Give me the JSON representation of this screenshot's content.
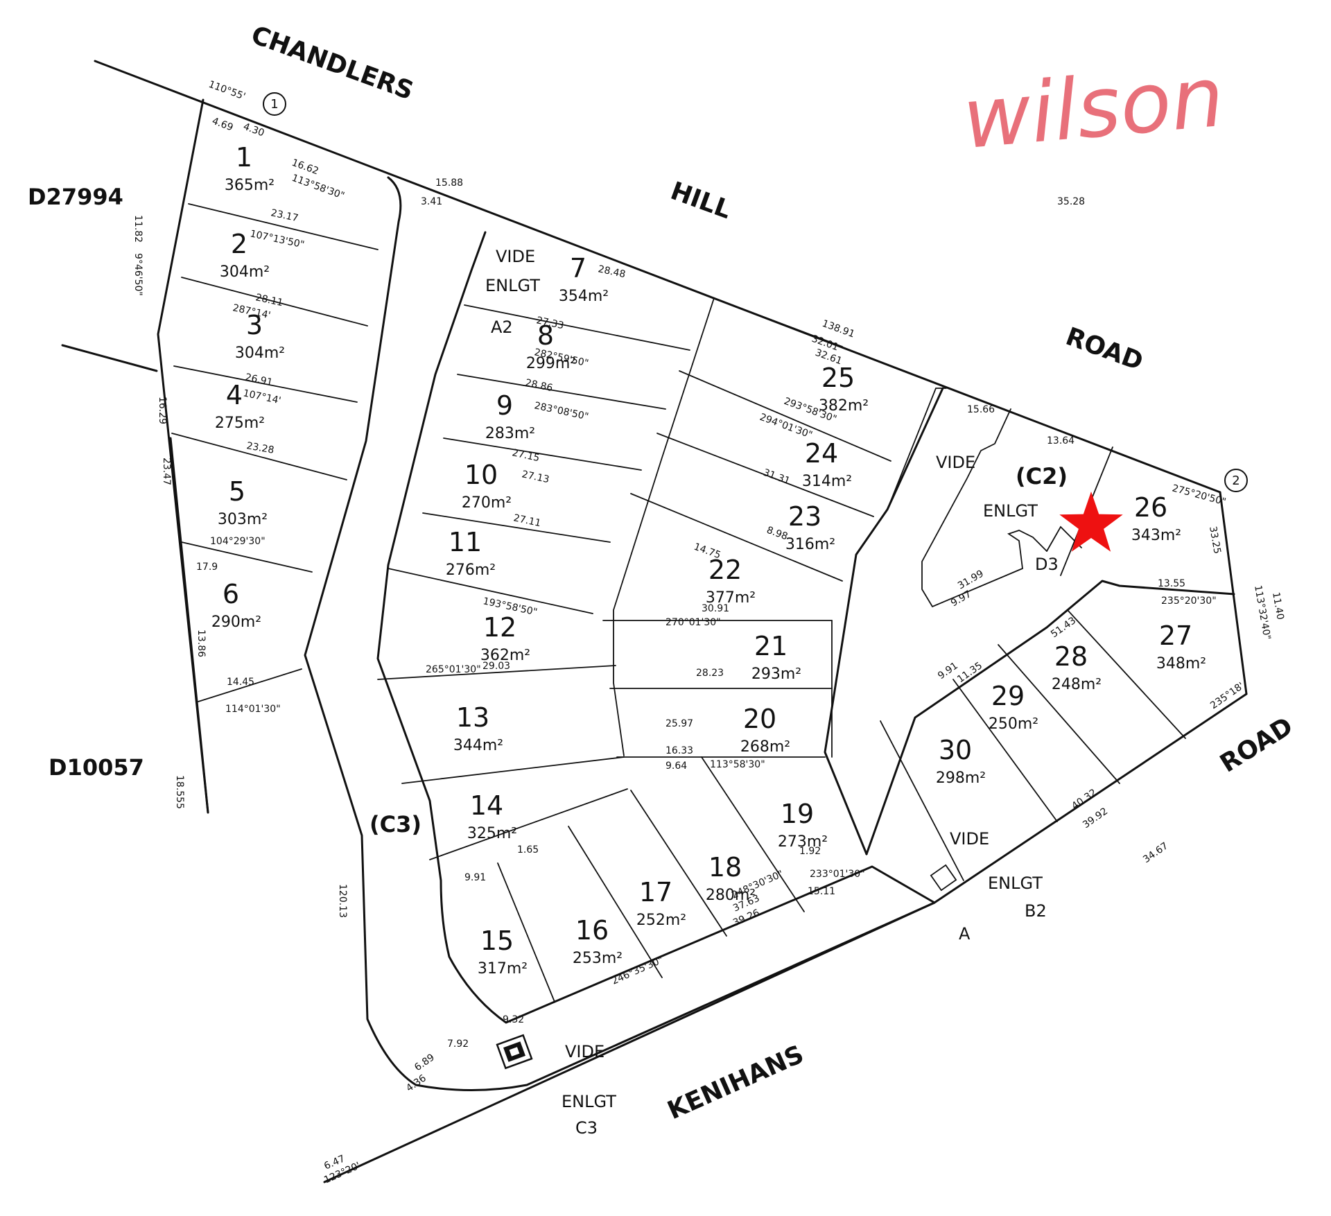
{
  "brand": {
    "logo_text": "wilson",
    "logo_color": "#e8707a"
  },
  "marker": {
    "icon": "star-icon",
    "color": "#ee1111",
    "target_lot": "26"
  },
  "roads": {
    "chandlers": "CHANDLERS",
    "hill": "HILL",
    "road_1": "ROAD",
    "road_2": "ROAD",
    "kenihans": "KENIHANS"
  },
  "plans": {
    "d27994": "D27994",
    "d10057": "D10057"
  },
  "commons": {
    "c2": "(C2)",
    "c3": "(C3)",
    "d3": "D3",
    "a2": "A2",
    "a": "A"
  },
  "annotations": {
    "vide": "VIDE",
    "enlgt": "ENLGT",
    "enlgt_b2": "ENLGT",
    "b2": "B2",
    "enlgt_c3": "ENLGT",
    "c3_small": "C3"
  },
  "stations": {
    "s1": "1",
    "s2": "2"
  },
  "lots": [
    {
      "num": "1",
      "area": "365m²"
    },
    {
      "num": "2",
      "area": "304m²"
    },
    {
      "num": "3",
      "area": "304m²"
    },
    {
      "num": "4",
      "area": "275m²"
    },
    {
      "num": "5",
      "area": "303m²"
    },
    {
      "num": "6",
      "area": "290m²"
    },
    {
      "num": "7",
      "area": "354m²"
    },
    {
      "num": "8",
      "area": "299m²"
    },
    {
      "num": "9",
      "area": "283m²"
    },
    {
      "num": "10",
      "area": "270m²"
    },
    {
      "num": "11",
      "area": "276m²"
    },
    {
      "num": "12",
      "area": "362m²"
    },
    {
      "num": "13",
      "area": "344m²"
    },
    {
      "num": "14",
      "area": "325m²"
    },
    {
      "num": "15",
      "area": "317m²"
    },
    {
      "num": "16",
      "area": "253m²"
    },
    {
      "num": "17",
      "area": "252m²"
    },
    {
      "num": "18",
      "area": "280m²"
    },
    {
      "num": "19",
      "area": "273m²"
    },
    {
      "num": "20",
      "area": "268m²"
    },
    {
      "num": "21",
      "area": "293m²"
    },
    {
      "num": "22",
      "area": "377m²"
    },
    {
      "num": "23",
      "area": "316m²"
    },
    {
      "num": "24",
      "area": "314m²"
    },
    {
      "num": "25",
      "area": "382m²"
    },
    {
      "num": "26",
      "area": "343m²"
    },
    {
      "num": "27",
      "area": "348m²"
    },
    {
      "num": "28",
      "area": "248m²"
    },
    {
      "num": "29",
      "area": "250m²"
    },
    {
      "num": "30",
      "area": "298m²"
    }
  ],
  "dims": [
    "110°55'",
    "4.69",
    "4.30",
    "16.62",
    "113°58'30\"",
    "23.17",
    "107°13'50\"",
    "28.11",
    "287°14'",
    "26.91",
    "107°14'",
    "23.28",
    "104°29'30\"",
    "17.9",
    "14.45",
    "114°01'30\"",
    "28.48",
    "27.33",
    "282°59'50\"",
    "28.86",
    "283°08'50\"",
    "27.15",
    "27.13",
    "27.11",
    "193°58'50\"",
    "29.03",
    "265°01'30\"",
    "30.91",
    "270°01'30\"",
    "28.23",
    "25.97",
    "16.33",
    "9.64",
    "113°58'30\"",
    "138.91",
    "32.01",
    "32.61",
    "293°58'30\"",
    "294°01'30\"",
    "31.31",
    "8.98",
    "14.75",
    "15.66",
    "13.64",
    "275°20'50\"",
    "13.55",
    "235°20'30\"",
    "31.99",
    "9.97",
    "9.91",
    "11.35",
    "51.43",
    "235°18'",
    "40.32",
    "39.92",
    "248°30'30\"",
    "37.63",
    "39.26",
    "246°35'30\"",
    "6.47",
    "123°20'",
    "6.89",
    "4.36",
    "7.92",
    "9.32",
    "9.91",
    "1.65",
    "1.92",
    "233°01'30\"",
    "15.11",
    "33.25",
    "113°32'40\"",
    "11.40",
    "35.28",
    "9°46'50\"",
    "11.82",
    "16.29",
    "23.47",
    "13.86",
    "34.67",
    "3.41",
    "15.88",
    "120.13",
    "18.555"
  ]
}
